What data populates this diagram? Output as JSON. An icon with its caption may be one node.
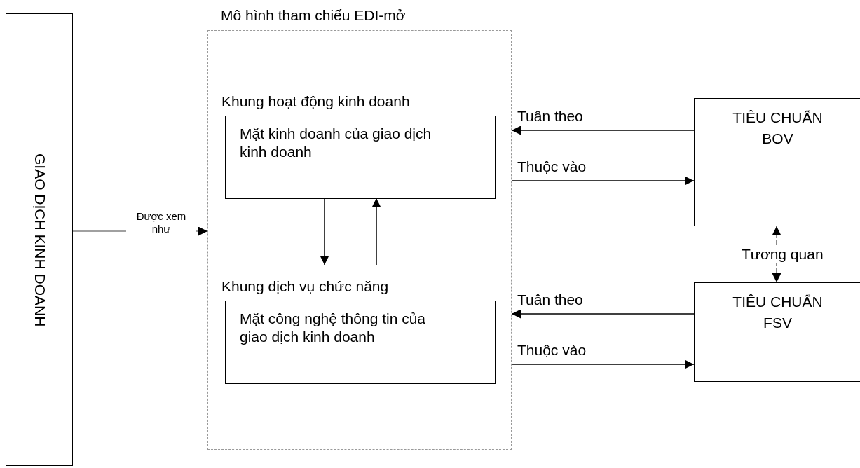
{
  "diagram": {
    "nodes": [
      {
        "text": [
          "GIAO DỊCH KINH DOANH"
        ]
      },
      {
        "text": [
          "Mô hình tham chiếu EDI-mở"
        ]
      },
      {
        "text": [
          "Khung hoạt động kinh doanh",
          "Mặt kinh doanh của giao dịch kinh doanh"
        ],
        "in": 1
      },
      {
        "text": [
          "Khung dịch vụ chức năng",
          "Mặt công nghệ thông tin của giao dịch kinh doanh"
        ],
        "in": 1
      },
      {
        "text": [
          "TIÊU CHUẨN BOV"
        ]
      },
      {
        "text": [
          "TIÊU CHUẨN FSV"
        ]
      }
    ],
    "edges": [
      {
        "from": 0,
        "to": 1,
        "arrow": "to",
        "label": "Được xem như",
        "color": "#808080"
      },
      {
        "from": 2,
        "to": 3,
        "arrow": "to"
      },
      {
        "from": 3,
        "to": 2,
        "arrow": "to"
      },
      {
        "from": 4,
        "to": 1,
        "arrow": "to",
        "label": "Tuân theo"
      },
      {
        "from": 1,
        "to": 4,
        "arrow": "to",
        "label": "Thuộc vào"
      },
      {
        "from": 4,
        "to": 5,
        "arrow": "both",
        "label": "Tương quan",
        "style": "dashed",
        "color": "#666666"
      },
      {
        "from": 5,
        "to": 1,
        "arrow": "to",
        "label": "Tuân theo"
      },
      {
        "from": 1,
        "to": 5,
        "arrow": "to",
        "label": "Thuộc vào"
      }
    ]
  }
}
